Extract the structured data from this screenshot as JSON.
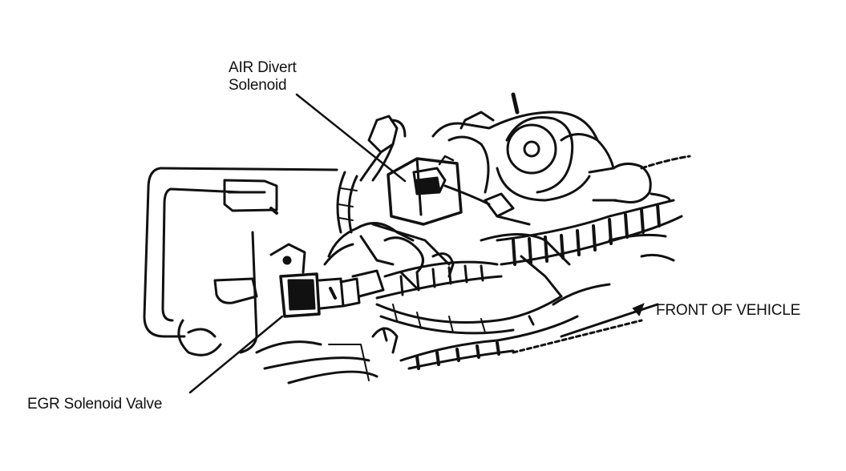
{
  "diagram": {
    "labels": {
      "air_divert_line1": "AIR Divert",
      "air_divert_line2": "Solenoid",
      "egr_solenoid_valve": "EGR Solenoid Valve",
      "front_of_vehicle": "FRONT OF VEHICLE"
    },
    "colors": {
      "ink": "#111111",
      "background": "#ffffff"
    },
    "icons": {
      "direction_marker": "front-arrow-icon"
    }
  }
}
